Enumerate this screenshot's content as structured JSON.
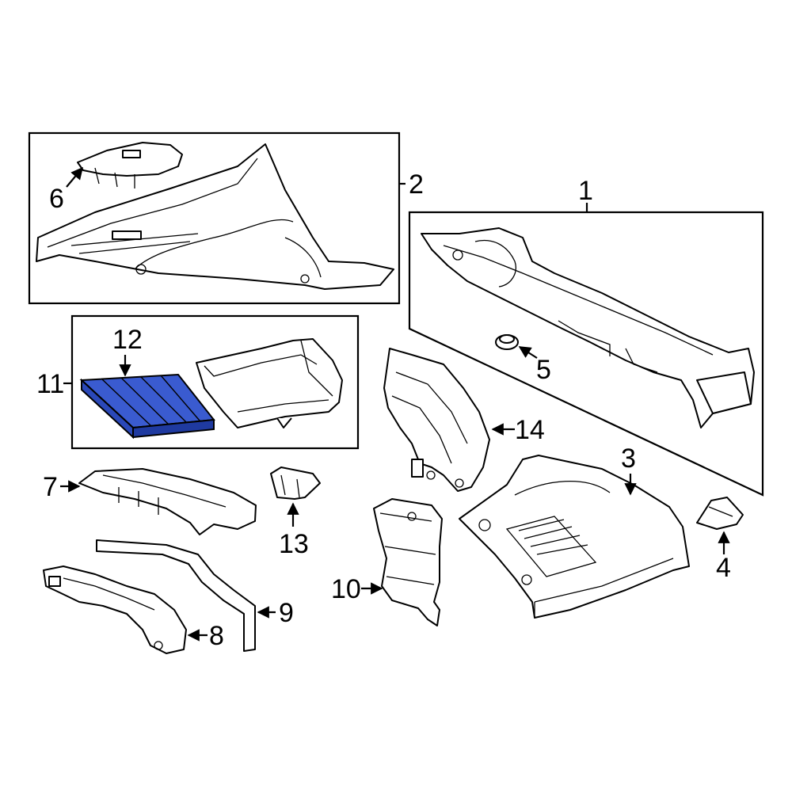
{
  "diagram": {
    "callouts": [
      {
        "id": "1",
        "text": "1"
      },
      {
        "id": "2",
        "text": "2"
      },
      {
        "id": "3",
        "text": "3"
      },
      {
        "id": "4",
        "text": "4"
      },
      {
        "id": "5",
        "text": "5"
      },
      {
        "id": "6",
        "text": "6"
      },
      {
        "id": "7",
        "text": "7"
      },
      {
        "id": "8",
        "text": "8"
      },
      {
        "id": "9",
        "text": "9"
      },
      {
        "id": "10",
        "text": "10"
      },
      {
        "id": "11",
        "text": "11"
      },
      {
        "id": "12",
        "text": "12"
      },
      {
        "id": "13",
        "text": "13"
      },
      {
        "id": "14",
        "text": "14"
      }
    ],
    "highlight_part": "12",
    "colors": {
      "highlight_fill": "#3a5bd0",
      "highlight_dark": "#1f3aa0",
      "line": "#000000",
      "background": "#ffffff"
    }
  }
}
